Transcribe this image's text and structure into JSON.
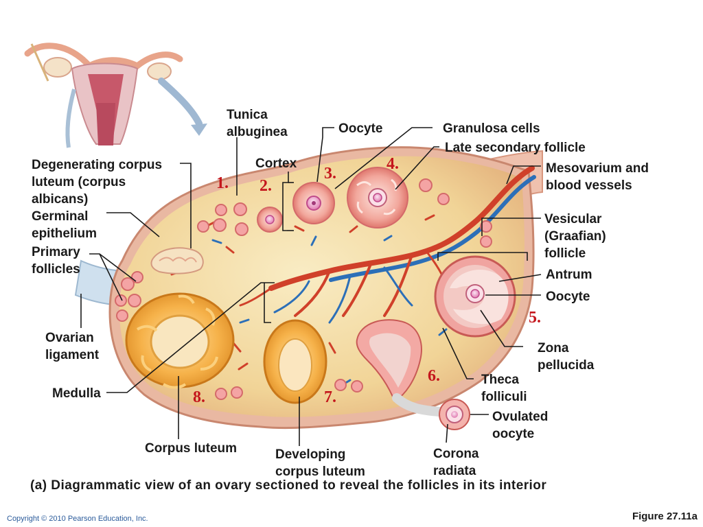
{
  "labels": {
    "tunica_albuginea": "Tunica\nalbuginea",
    "oocyte_top": "Oocyte",
    "granulosa_cells": "Granulosa cells",
    "late_secondary_follicle": "Late secondary follicle",
    "degenerating_corpus_luteum": "Degenerating corpus\nluteum (corpus\nalbicans)",
    "cortex": "Cortex",
    "mesovarium": "Mesovarium and\nblood vessels",
    "germinal_epithelium": "Germinal\nepithelium",
    "vesicular_follicle": "Vesicular\n(Graafian)\nfollicle",
    "primary_follicles": "Primary\nfollicles",
    "antrum": "Antrum",
    "oocyte_right": "Oocyte",
    "ovarian_ligament": "Ovarian\nligament",
    "zona_pellucida": "Zona\npellucida",
    "medulla": "Medulla",
    "theca_folliculi": "Theca\nfolliculi",
    "ovulated_oocyte": "Ovulated\noocyte",
    "corpus_luteum": "Corpus luteum",
    "developing_corpus_luteum": "Developing\ncorpus luteum",
    "corona_radiata": "Corona\nradiata"
  },
  "stage_numbers": [
    "1.",
    "2.",
    "3.",
    "4.",
    "5.",
    "6.",
    "7.",
    "8."
  ],
  "caption": "(a) Diagrammatic view of an ovary sectioned to reveal the follicles in its interior",
  "copyright": "Copyright © 2010 Pearson Education, Inc.",
  "figure_id": "Figure 27.11a",
  "colors": {
    "stroma": "#f2d9a0",
    "edge": "#e8b7a0",
    "follicle": "#f0a0a0",
    "corpus_luteum": "#f5b24a",
    "artery": "#d0402a",
    "vein": "#2c6fb8",
    "number": "#c4161c"
  }
}
